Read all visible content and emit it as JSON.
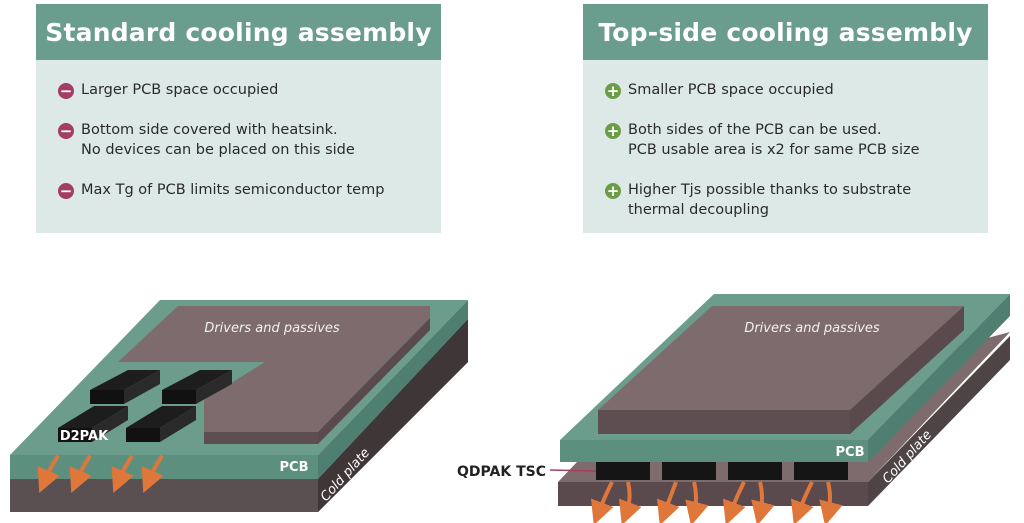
{
  "left_panel": {
    "title": "Standard cooling assembly",
    "bullets": [
      {
        "type": "minus",
        "lines": [
          "Larger PCB space occupied"
        ]
      },
      {
        "type": "minus",
        "lines": [
          "Bottom side covered with heatsink.",
          "No devices can be placed on this side"
        ]
      },
      {
        "type": "minus",
        "lines": [
          "Max Tg of PCB limits semiconductor temp"
        ]
      }
    ]
  },
  "right_panel": {
    "title": "Top-side cooling assembly",
    "bullets": [
      {
        "type": "plus",
        "lines": [
          "Smaller PCB space occupied"
        ]
      },
      {
        "type": "plus",
        "lines": [
          "Both sides of the PCB can be used.",
          "PCB usable area is x2 for same PCB size"
        ]
      },
      {
        "type": "plus",
        "lines": [
          "Higher Tjs possible thanks to substrate",
          "thermal decoupling"
        ]
      }
    ]
  },
  "left_diagram": {
    "drivers_label": "Drivers and passives",
    "component_label": "D2PAK",
    "pcb_label": "PCB",
    "cold_plate_label": "Cold plate"
  },
  "right_diagram": {
    "drivers_label": "Drivers and passives",
    "component_label": "QDPAK TSC",
    "pcb_label": "PCB",
    "cold_plate_label": "Cold plate"
  },
  "colors": {
    "header": "#6a9d8e",
    "panel_bg": "#dde9e7",
    "minus_badge": "#a43d63",
    "plus_badge": "#6d9c47",
    "pcb_top": "#6c9c8c",
    "block_top": "#7d6b6e",
    "cold_plate": "#4e4446",
    "arrow": "#e0773a"
  }
}
